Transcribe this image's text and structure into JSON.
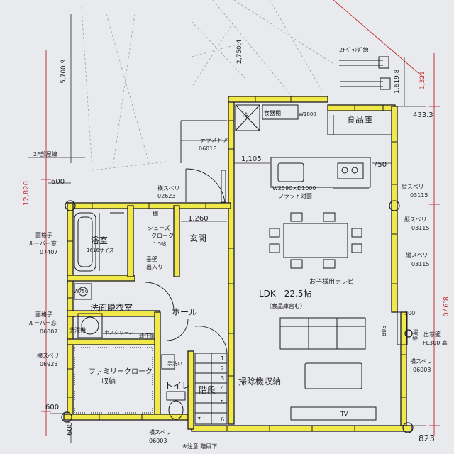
{
  "rooms": {
    "bath": "浴室",
    "bath_size": "1616サイズ",
    "shoe_cloak": "シューズ",
    "shoe_cloak2": "クローク",
    "shoe_tatami": "1.5帖",
    "genkan": "玄関",
    "senmen": "洗面脱衣室",
    "hall": "ホール",
    "family_cloak": "ファミリークローク",
    "family_cloak2": "収納",
    "toilet": "トイレ",
    "kaidan": "階段",
    "cleaner": "掃除機収納",
    "ldk": "LDK　22.5帖",
    "ldk_sub": "（食品庫含む）",
    "pantry": "食品庫",
    "shokkidana": "食器棚",
    "w1800": "W1800",
    "reizo": "冷",
    "tana": "棚",
    "sentakuki": "洗濯機",
    "hosu": "ホスクリーン",
    "tsuusaku": "通作棚",
    "tearai": "手洗い",
    "shuunou_right": "収納",
    "tv": "TV",
    "kitchen_size": "W2590×D1000",
    "kitchen_type": "フラット対面",
    "kids_tv": "お子様用テレビ",
    "w750": "W750",
    "suikabe": "垂壁",
    "deiri": "出入り"
  },
  "annotations": {
    "second_floor_line": "2F部屋線",
    "balcony_line": "2Fﾍﾞﾗﾝﾀﾞ線",
    "terrace_door": "テラスドア",
    "terrace_door_code": "06018",
    "yoko_suberi": "横スベリ",
    "yoko_code_0623": "02623",
    "tate_suberi_1": "縦スベリ",
    "tate_code_1": "03115",
    "tate_suberi_2": "縦スベリ",
    "tate_code_2": "03115",
    "tate_suberi_3": "縦スベリ",
    "tate_code_3": "03115",
    "menkoshi_1": "面格子",
    "louver_1": "ルーバー窓",
    "louver_code_1": "07407",
    "menkoshi_2": "面格子",
    "louver_2": "ルーバー窓",
    "louver_code_2": "06007",
    "yoko_left": "横スベリ",
    "yoko_left_code": "06923",
    "yoko_bottom": "横スベリ",
    "yoko_bottom_code": "06003",
    "yoko_right": "横スベリ",
    "yoko_right_code": "06003",
    "demado": "出窓壁",
    "demado_2": "FL300 高",
    "note": "※注意 階段下"
  },
  "dimensions": {
    "d5700": "5,700.9",
    "d2750": "2,750.4",
    "d1619": "1,619.8",
    "d1321": "1,321",
    "d433": "433.3",
    "d1105": "1,105",
    "d750": "750",
    "d1260": "1,260",
    "d12820": "12,820",
    "d8970": "8,970",
    "d600_left_top": "600",
    "d600_left_bottom": "600",
    "d600_vertical": "600",
    "d805": "805",
    "d300": "300",
    "d823": "823"
  },
  "stairs_numbers": [
    "1",
    "2",
    "3",
    "4",
    "5",
    "6",
    "7"
  ]
}
